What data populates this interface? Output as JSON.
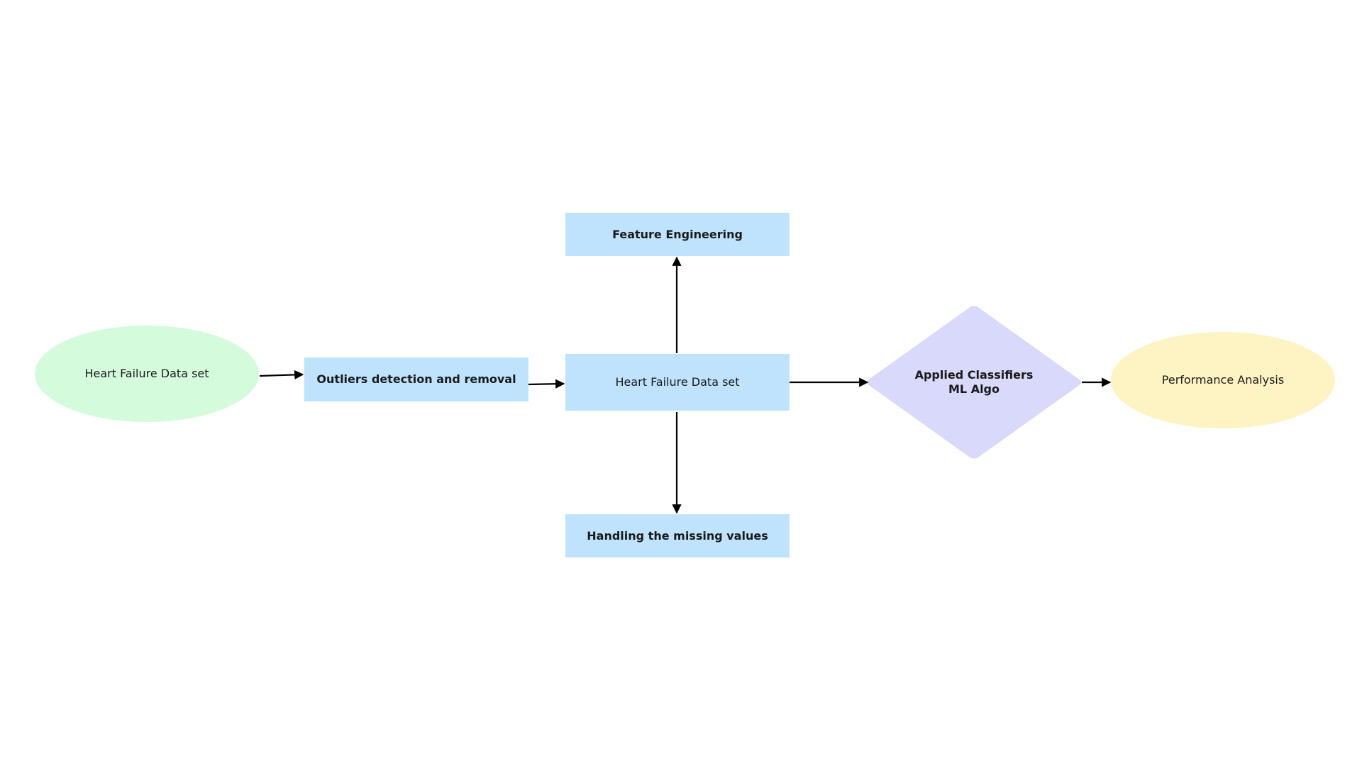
{
  "diagram": {
    "nodes": {
      "source": {
        "label": "Heart Failure Data set",
        "shape": "ellipse",
        "fill": "#d5fbdd"
      },
      "outliers": {
        "label": "Outliers detection and removal",
        "shape": "rect",
        "fill": "#bfe3fc"
      },
      "dataset": {
        "label": "Heart Failure Data set",
        "shape": "rect",
        "fill": "#bfe3fc"
      },
      "feature": {
        "label": "Feature Engineering",
        "shape": "rect",
        "fill": "#bfe3fc"
      },
      "missing": {
        "label": "Handling the missing values",
        "shape": "rect",
        "fill": "#bfe3fc"
      },
      "classifiers": {
        "label": "Applied Classifiers ML Algo",
        "shape": "diamond",
        "fill": "#d9d9fc"
      },
      "performance": {
        "label": "Performance Analysis",
        "shape": "ellipse",
        "fill": "#fdf3c3"
      }
    },
    "edges": [
      {
        "from": "source",
        "to": "outliers"
      },
      {
        "from": "outliers",
        "to": "dataset"
      },
      {
        "from": "dataset",
        "to": "feature"
      },
      {
        "from": "dataset",
        "to": "missing"
      },
      {
        "from": "dataset",
        "to": "classifiers"
      },
      {
        "from": "classifiers",
        "to": "performance"
      }
    ]
  }
}
